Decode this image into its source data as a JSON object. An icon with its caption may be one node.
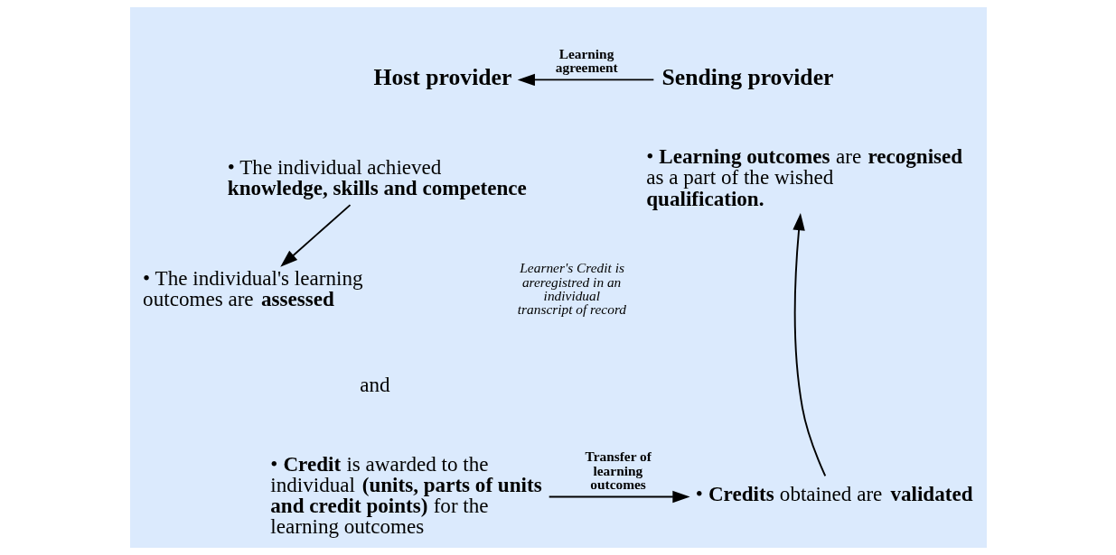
{
  "diagram": {
    "nodes": [
      {
        "text": [
          "Host provider"
        ]
      },
      {
        "text": [
          "Sending provider"
        ]
      },
      {
        "text": [
          "• The individual achieved **knowledge, skills and competence**"
        ]
      },
      {
        "text": [
          "• The individual's learning outcomes are **assessed**"
        ]
      },
      {
        "text": [
          "• **Credit** is awarded to the individual **(units, parts of units and credit points)** for the learning outcomes"
        ]
      },
      {
        "text": [
          "• **Credits** obtained are **validated**"
        ]
      },
      {
        "text": [
          "• **Learning outcomes** are **recognised** as a part of the wished **qualification.**"
        ]
      }
    ],
    "edges": [
      {
        "from": 1,
        "to": 0,
        "arrow": "to",
        "label": "Learning agreement"
      },
      {
        "from": 2,
        "to": 3,
        "arrow": "to"
      },
      {
        "from": 4,
        "to": 5,
        "arrow": "to",
        "label": "Transfer of learning outcomes"
      },
      {
        "from": 5,
        "to": 6,
        "arrow": "to"
      }
    ],
    "labels": [
      "Learner's Credit is areregistred in an individual transcript of record",
      "and"
    ]
  }
}
